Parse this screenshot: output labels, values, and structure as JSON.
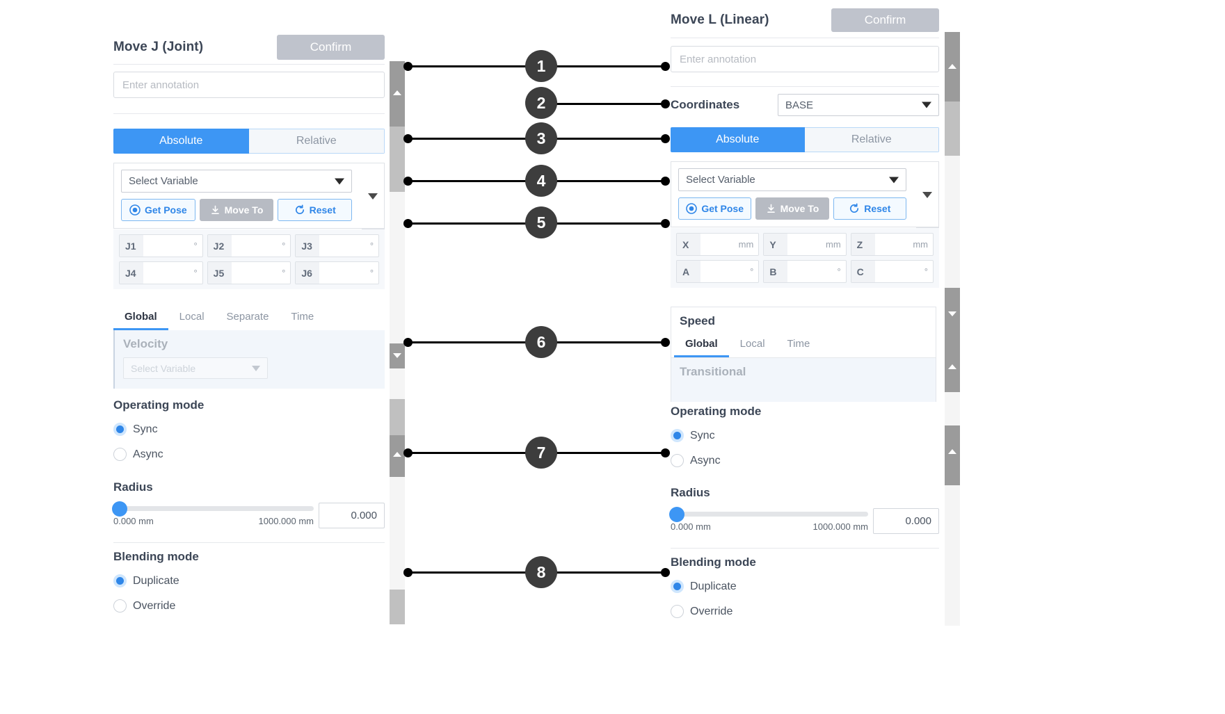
{
  "left_panel": {
    "title": "Move J (Joint)",
    "confirm_label": "Confirm",
    "annotation_placeholder": "Enter annotation",
    "mode_tabs": {
      "absolute": "Absolute",
      "relative": "Relative"
    },
    "variable_placeholder": "Select Variable",
    "buttons": {
      "get_pose": "Get Pose",
      "move_to": "Move To",
      "reset": "Reset"
    },
    "joint_fields": [
      {
        "label": "J1",
        "value": "",
        "unit": "°"
      },
      {
        "label": "J2",
        "value": "",
        "unit": "°"
      },
      {
        "label": "J3",
        "value": "",
        "unit": "°"
      },
      {
        "label": "J4",
        "value": "",
        "unit": "°"
      },
      {
        "label": "J5",
        "value": "",
        "unit": "°"
      },
      {
        "label": "J6",
        "value": "",
        "unit": "°"
      }
    ],
    "speed_tabs": [
      "Global",
      "Local",
      "Separate",
      "Time"
    ],
    "speed_active_tab": "Global",
    "velocity_label": "Velocity",
    "velocity_placeholder": "Select Variable",
    "operating_mode": {
      "title": "Operating mode",
      "sync": "Sync",
      "async": "Async",
      "selected": "Sync"
    },
    "radius": {
      "title": "Radius",
      "min": "0.000 mm",
      "max": "1000.000 mm",
      "value": "0.000"
    },
    "blending_mode": {
      "title": "Blending mode",
      "duplicate": "Duplicate",
      "override": "Override",
      "selected": "Duplicate"
    }
  },
  "right_panel": {
    "title": "Move L (Linear)",
    "confirm_label": "Confirm",
    "annotation_placeholder": "Enter annotation",
    "coordinates_label": "Coordinates",
    "coordinates_value": "BASE",
    "mode_tabs": {
      "absolute": "Absolute",
      "relative": "Relative"
    },
    "variable_placeholder": "Select Variable",
    "buttons": {
      "get_pose": "Get Pose",
      "move_to": "Move To",
      "reset": "Reset"
    },
    "pose_fields": [
      {
        "label": "X",
        "value": "",
        "unit": "mm"
      },
      {
        "label": "Y",
        "value": "",
        "unit": "mm"
      },
      {
        "label": "Z",
        "value": "",
        "unit": "mm"
      },
      {
        "label": "A",
        "value": "",
        "unit": "°"
      },
      {
        "label": "B",
        "value": "",
        "unit": "°"
      },
      {
        "label": "C",
        "value": "",
        "unit": "°"
      }
    ],
    "speed_title": "Speed",
    "speed_tabs": [
      "Global",
      "Local",
      "Time"
    ],
    "speed_active_tab": "Global",
    "transitional_label": "Transitional",
    "operating_mode": {
      "title": "Operating mode",
      "sync": "Sync",
      "async": "Async",
      "selected": "Sync"
    },
    "radius": {
      "title": "Radius",
      "min": "0.000 mm",
      "max": "1000.000 mm",
      "value": "0.000"
    },
    "blending_mode": {
      "title": "Blending mode",
      "duplicate": "Duplicate",
      "override": "Override",
      "selected": "Duplicate"
    }
  },
  "callouts": [
    {
      "number": "1"
    },
    {
      "number": "2"
    },
    {
      "number": "3"
    },
    {
      "number": "4"
    },
    {
      "number": "5"
    },
    {
      "number": "6"
    },
    {
      "number": "7"
    },
    {
      "number": "8"
    }
  ],
  "colors": {
    "accent": "#3d96f4",
    "confirm_disabled": "#bfc3cc",
    "callout_badge": "#3d3d3d",
    "panel_bg": "#ffffff",
    "faded_bg": "#f2f6fb"
  }
}
